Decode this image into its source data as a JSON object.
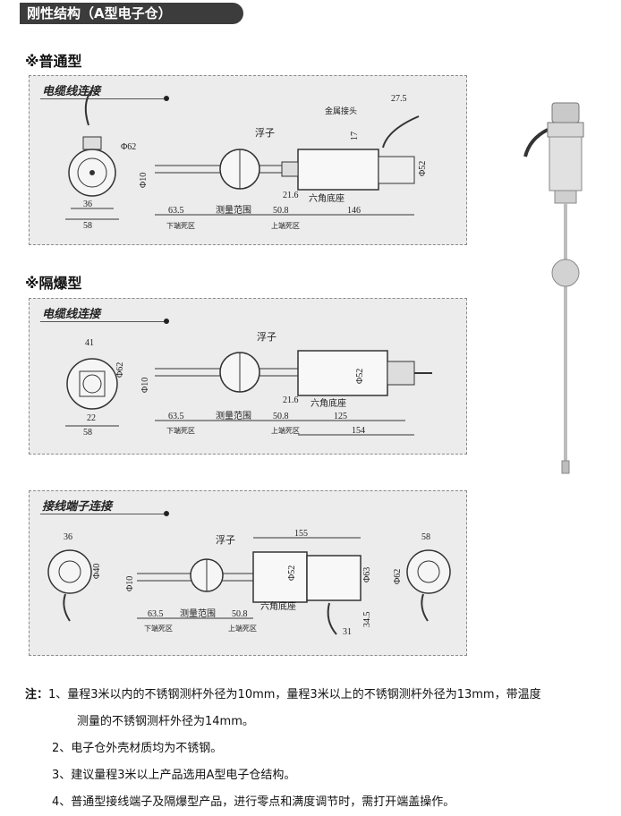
{
  "header": {
    "title": "刚性结构（A型电子仓）"
  },
  "sections": [
    {
      "heading": "※普通型",
      "panel_label": "电缆线连接",
      "labels": {
        "phi62": "Φ62",
        "d36": "36",
        "d58": "58",
        "phi10": "Φ10",
        "float": "浮子",
        "metal_joint": "金属接头",
        "d27_5": "27.5",
        "d17": "17",
        "phi52": "Φ52",
        "d21_6": "21.6",
        "hex_base": "六角底座",
        "d63_5": "63.5",
        "range": "测量范围",
        "d50_8": "50.8",
        "d146": "146",
        "lower_dead": "下端死区",
        "upper_dead": "上端死区"
      }
    },
    {
      "heading": "※隔爆型",
      "panel_label": "电缆线连接",
      "labels": {
        "d41": "41",
        "phi62": "Φ62",
        "d22": "22",
        "d58": "58",
        "phi10": "Φ10",
        "float": "浮子",
        "phi52": "Φ52",
        "d21_6": "21.6",
        "hex_base": "六角底座",
        "d63_5": "63.5",
        "range": "测量范围",
        "d50_8": "50.8",
        "d125": "125",
        "d154": "154",
        "lower_dead": "下端死区",
        "upper_dead": "上端死区"
      }
    },
    {
      "panel_label": "接线端子连接",
      "labels": {
        "d36": "36",
        "phi40": "Φ40",
        "phi10": "Φ10",
        "float": "浮子",
        "d155": "155",
        "phi52": "Φ52",
        "phi63": "Φ63",
        "d34_5": "34.5",
        "d31": "31",
        "hex_base": "六角底座",
        "d63_5": "63.5",
        "range": "测量范围",
        "d50_8": "50.8",
        "lower_dead": "下端死区",
        "upper_dead": "上端死区",
        "d58": "58",
        "phi62": "Φ62"
      }
    }
  ],
  "notes": {
    "prefix": "注：",
    "items": [
      "1、量程3米以内的不锈钢测杆外径为10mm，量程3米以上的不锈钢测杆外径为13mm，带温度",
      "测量的不锈钢测杆外径为14mm。",
      "2、电子仓外壳材质均为不锈钢。",
      "3、建议量程3米以上产品选用A型电子仓结构。",
      "4、普通型接线端子及隔爆型产品，进行零点和满度调节时，需打开端盖操作。"
    ]
  }
}
